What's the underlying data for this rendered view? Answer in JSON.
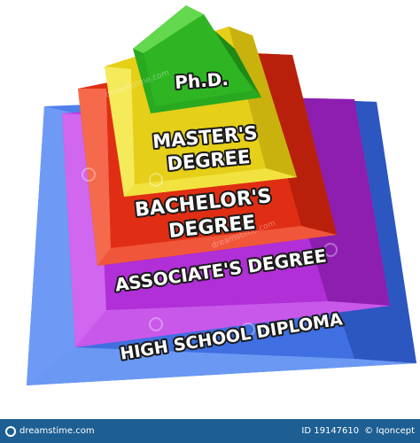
{
  "diagram": {
    "type": "pyramid",
    "tiers": [
      {
        "label": "Ph.D.",
        "color_top": "#4ccf3a",
        "color_face": "#29a91f",
        "color_side": "#1d8a16"
      },
      {
        "label": "MASTER'S DEGREE",
        "line1": "MASTER'S",
        "line2": "DEGREE",
        "color_top": "#f2e63a",
        "color_face": "#e5cf18",
        "color_side": "#c9b20e"
      },
      {
        "label": "BACHELOR'S DEGREE",
        "line1": "BACHELOR'S",
        "line2": "DEGREE",
        "color_top": "#f04a2a",
        "color_face": "#e02e14",
        "color_side": "#b8200c"
      },
      {
        "label": "ASSOCIATE'S DEGREE",
        "color_top": "#c94be6",
        "color_face": "#b02fd6",
        "color_side": "#8d1eb0"
      },
      {
        "label": "HIGH SCHOOL DIPLOMA",
        "color_top": "#5c8cf2",
        "color_face": "#3f6fe0",
        "color_side": "#2c56c0"
      }
    ]
  },
  "watermark": {
    "text": "dreamstime.com"
  },
  "footer": {
    "site": "dreamstime.com",
    "id_text": "ID 19147610",
    "author_text": "© Iqoncept",
    "bar_color": "#1d5f93"
  }
}
